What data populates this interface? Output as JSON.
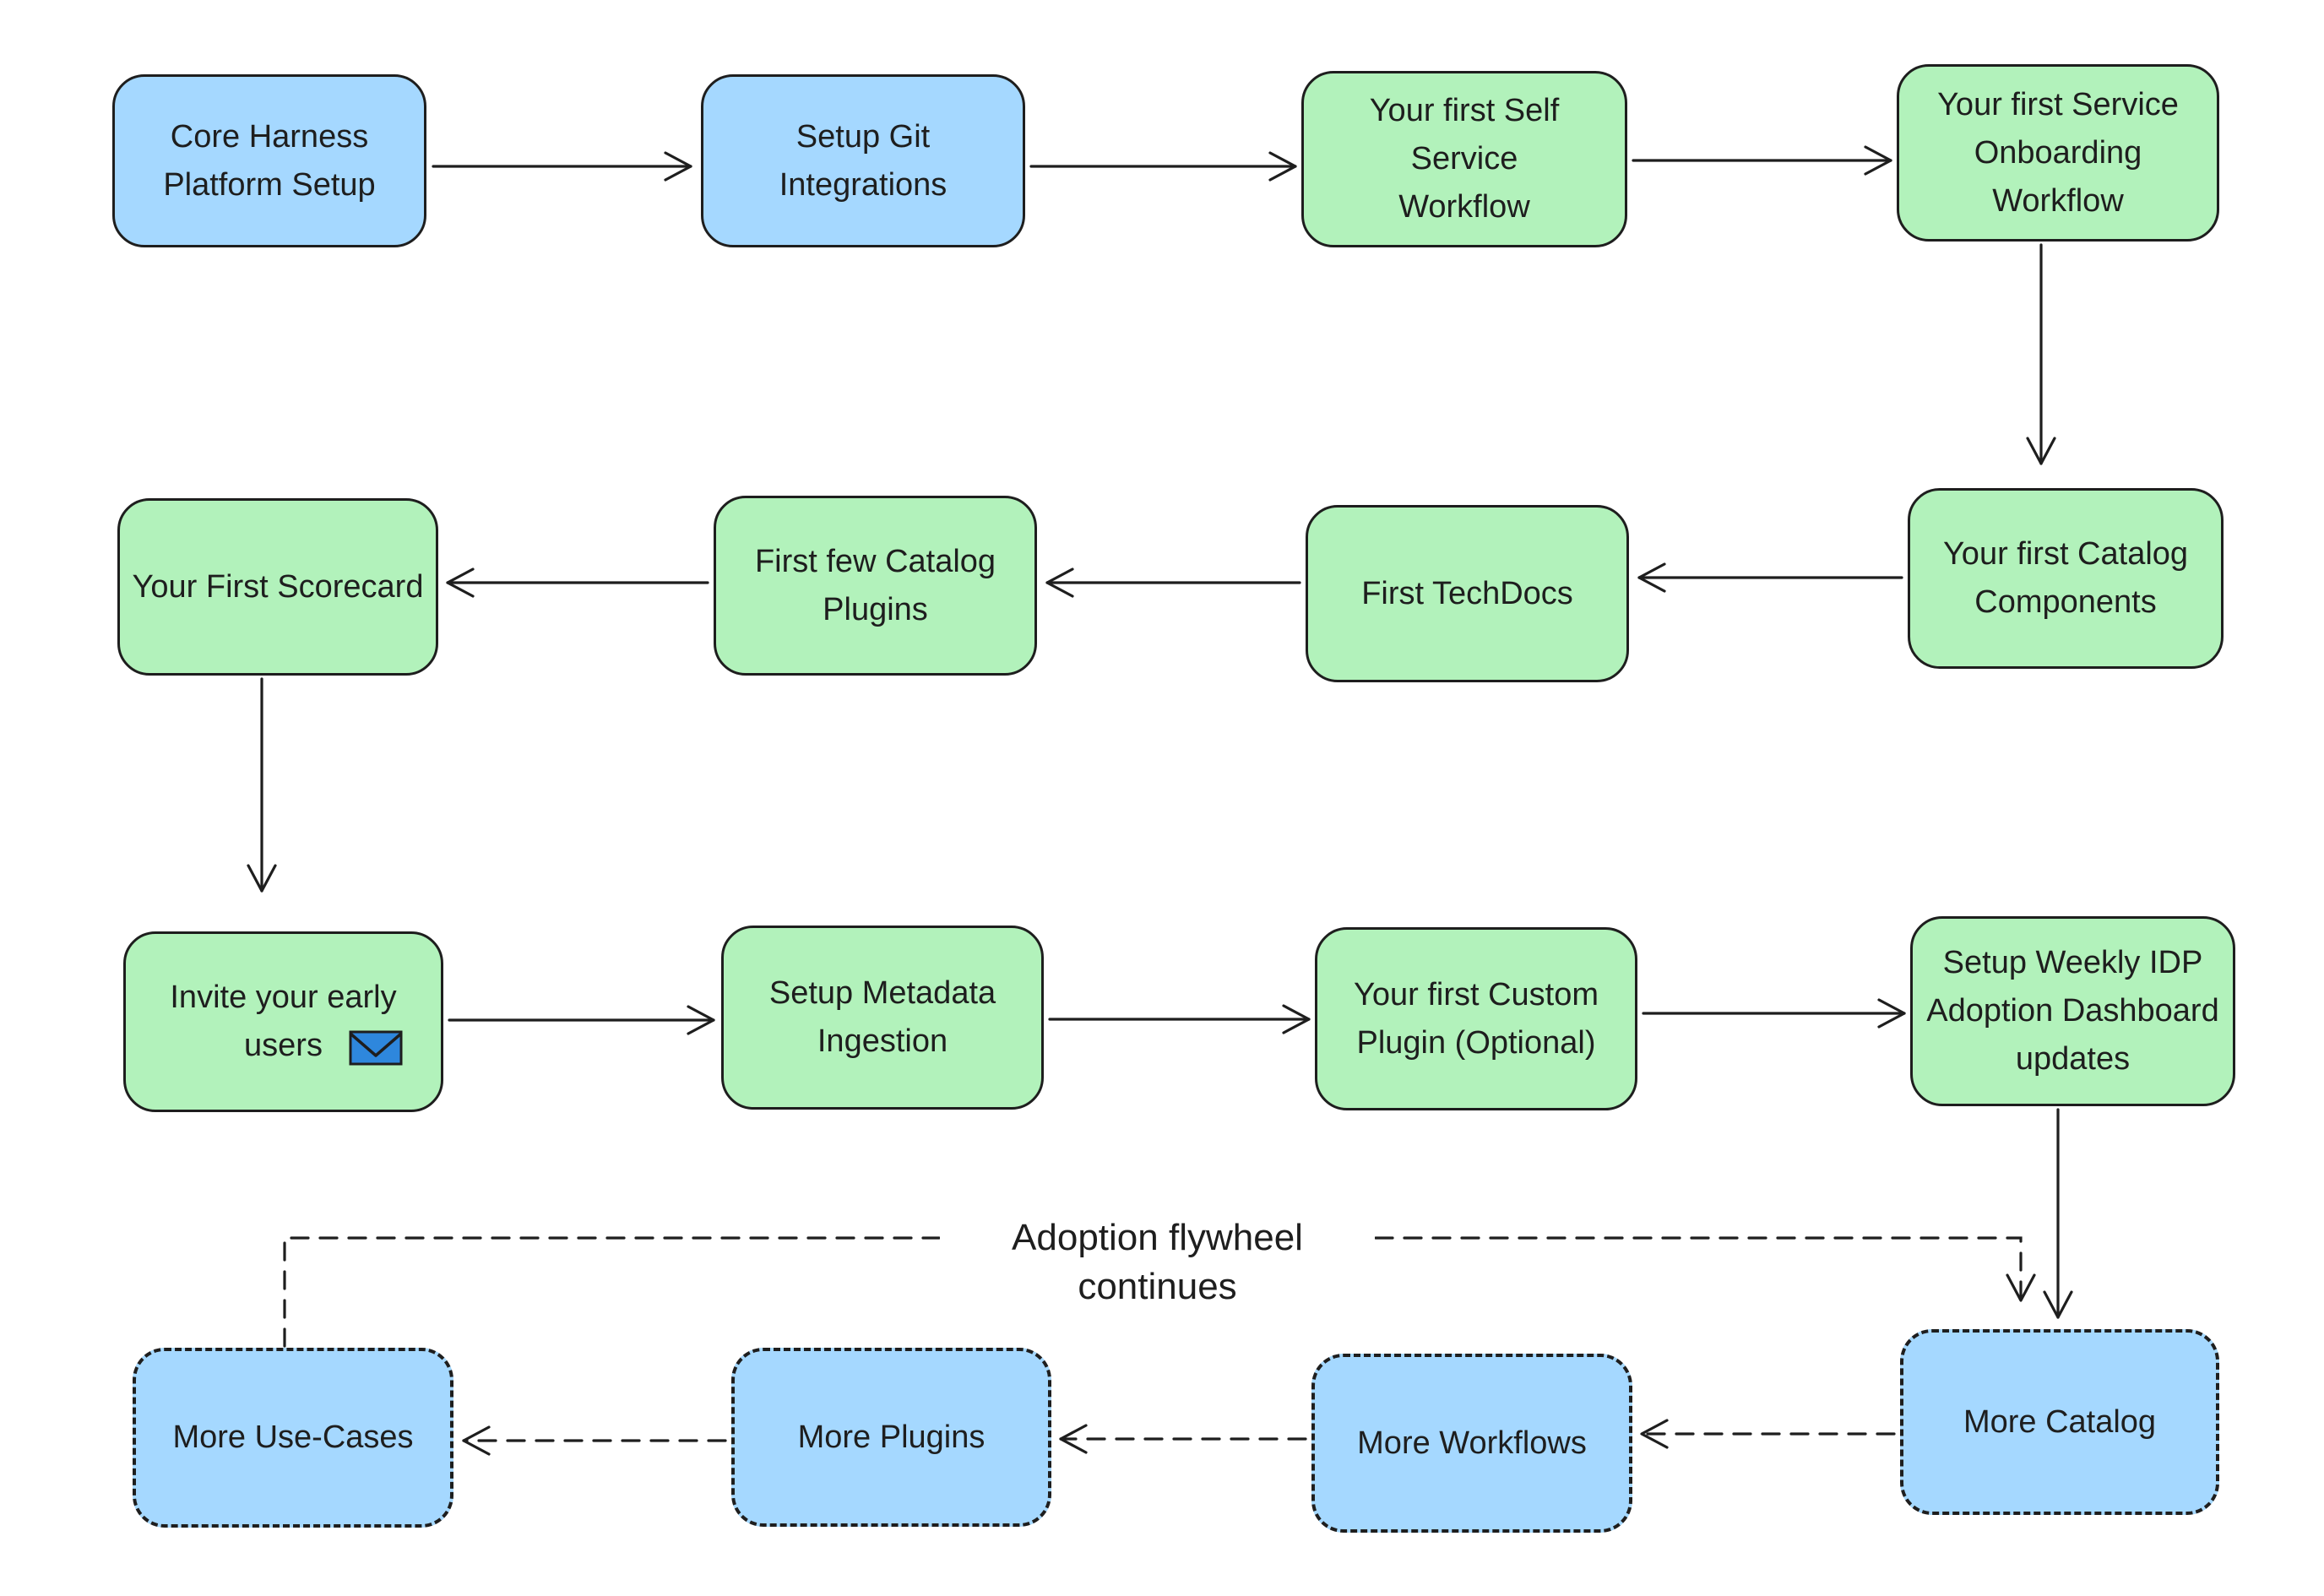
{
  "diagram": {
    "type": "flowchart",
    "background": "#ffffff",
    "colors": {
      "blue_node_fill": "#a5d8ff",
      "green_node_fill": "#b2f2bb",
      "stroke": "#1e1e1e",
      "email_icon_fill": "#2e87dd"
    },
    "flywheel": {
      "label": "Adoption flywheel continues"
    },
    "nodes": [
      {
        "id": "core-harness-platform-setup",
        "label": "Core Harness\nPlatform Setup",
        "fill": "blue",
        "border": "solid"
      },
      {
        "id": "setup-git-integrations",
        "label": "Setup Git\nIntegrations",
        "fill": "blue",
        "border": "solid"
      },
      {
        "id": "first-self-service-workflow",
        "label": "Your first Self Service\nWorkflow",
        "fill": "green",
        "border": "solid"
      },
      {
        "id": "first-service-onboarding-workflow",
        "label": "Your first Service\nOnboarding\nWorkflow",
        "fill": "green",
        "border": "solid"
      },
      {
        "id": "your-first-scorecard",
        "label": "Your First Scorecard",
        "fill": "green",
        "border": "solid"
      },
      {
        "id": "first-few-catalog-plugins",
        "label": "First few Catalog\nPlugins",
        "fill": "green",
        "border": "solid"
      },
      {
        "id": "first-techdocs",
        "label": "First TechDocs",
        "fill": "green",
        "border": "solid"
      },
      {
        "id": "first-catalog-components",
        "label": "Your first Catalog\nComponents",
        "fill": "green",
        "border": "solid"
      },
      {
        "id": "invite-early-users",
        "label": "Invite your early\nusers",
        "fill": "green",
        "border": "solid",
        "icon": "email-icon"
      },
      {
        "id": "setup-metadata-ingestion",
        "label": "Setup Metadata\nIngestion",
        "fill": "green",
        "border": "solid"
      },
      {
        "id": "first-custom-plugin",
        "label": "Your first Custom\nPlugin (Optional)",
        "fill": "green",
        "border": "solid"
      },
      {
        "id": "weekly-idp-adoption-dashboard",
        "label": "Setup Weekly IDP\nAdoption Dashboard\nupdates",
        "fill": "green",
        "border": "solid"
      },
      {
        "id": "more-use-cases",
        "label": "More Use-Cases",
        "fill": "blue",
        "border": "dashed"
      },
      {
        "id": "more-plugins",
        "label": "More Plugins",
        "fill": "blue",
        "border": "dashed"
      },
      {
        "id": "more-workflows",
        "label": "More Workflows",
        "fill": "blue",
        "border": "dashed"
      },
      {
        "id": "more-catalog",
        "label": "More Catalog",
        "fill": "blue",
        "border": "dashed"
      }
    ],
    "edges": [
      {
        "from": "Core Harness Platform Setup",
        "to": "Setup Git Integrations",
        "style": "solid"
      },
      {
        "from": "Setup Git Integrations",
        "to": "Your first Self Service Workflow",
        "style": "solid"
      },
      {
        "from": "Your first Self Service Workflow",
        "to": "Your first Service Onboarding Workflow",
        "style": "solid"
      },
      {
        "from": "Your first Service Onboarding Workflow",
        "to": "Your first Catalog Components",
        "style": "solid"
      },
      {
        "from": "Your first Catalog Components",
        "to": "First TechDocs",
        "style": "solid"
      },
      {
        "from": "First TechDocs",
        "to": "First few Catalog Plugins",
        "style": "solid"
      },
      {
        "from": "First few Catalog Plugins",
        "to": "Your First Scorecard",
        "style": "solid"
      },
      {
        "from": "Your First Scorecard",
        "to": "Invite your early users",
        "style": "solid"
      },
      {
        "from": "Invite your early users",
        "to": "Setup Metadata Ingestion",
        "style": "solid"
      },
      {
        "from": "Setup Metadata Ingestion",
        "to": "Your first Custom Plugin (Optional)",
        "style": "solid"
      },
      {
        "from": "Your first Custom Plugin (Optional)",
        "to": "Setup Weekly IDP Adoption Dashboard updates",
        "style": "solid"
      },
      {
        "from": "Setup Weekly IDP Adoption Dashboard updates",
        "to": "More Catalog",
        "style": "solid"
      },
      {
        "from": "More Catalog",
        "to": "More Workflows",
        "style": "dashed"
      },
      {
        "from": "More Workflows",
        "to": "More Plugins",
        "style": "dashed"
      },
      {
        "from": "More Plugins",
        "to": "More Use-Cases",
        "style": "dashed"
      },
      {
        "from": "More Use-Cases",
        "to": "More Catalog",
        "style": "dashed",
        "label": "Adoption flywheel continues"
      }
    ]
  }
}
